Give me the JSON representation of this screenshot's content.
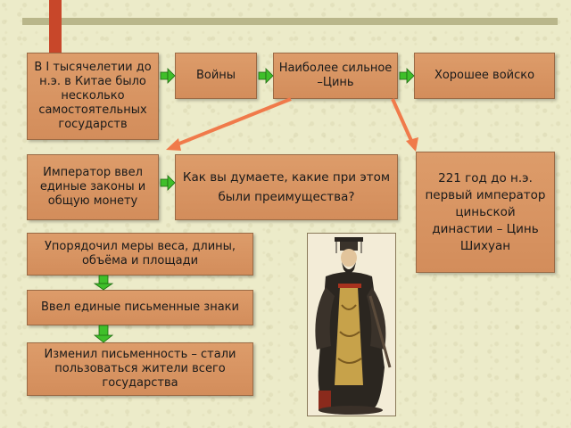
{
  "boxes": {
    "intro": "В I тысячелетии до н.э. в Китае было несколько самостоятельных государств",
    "wars": "Войны",
    "strongest": "Наиболее сильное –Цинь",
    "army": "Хорошее войско",
    "emperor": "Император ввел единые законы и общую монету",
    "question": "Как вы думаете, какие при этом были преимущества?",
    "first_emperor": "221 год до н.э. первый император циньской династии – Цинь Шихуан",
    "measures": "Упорядочил меры веса, длины, объёма и площади",
    "writing": "Ввел единые письменные знаки",
    "script_change": "Изменил письменность – стали пользоваться жители всего государства"
  },
  "colors": {
    "box_fill": "#d8945f",
    "green_arrow": "#3fbf2a",
    "orange_arrow": "#f07a4a"
  }
}
